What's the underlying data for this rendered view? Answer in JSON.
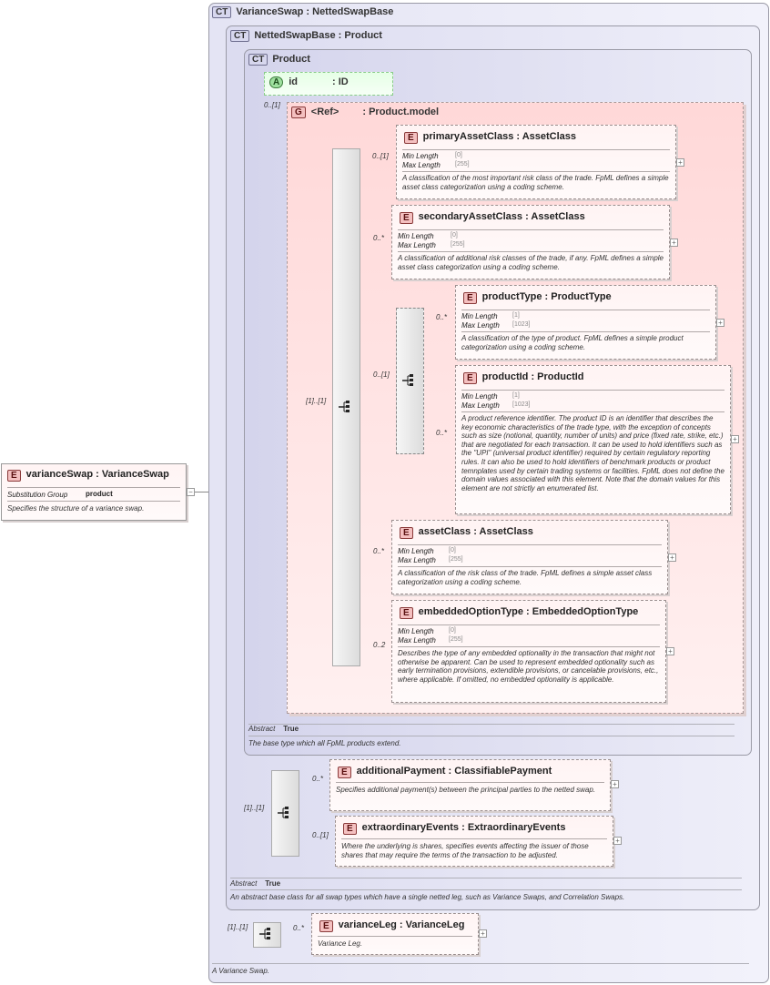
{
  "root": {
    "name": "varianceSwap",
    "type": "VarianceSwap",
    "prop_label": "Substitution Group",
    "prop_value": "product",
    "desc": "Specifies the structure of a variance swap."
  },
  "ct_variance": {
    "tag": "CT",
    "name": "VarianceSwap",
    "base": "NettedSwapBase",
    "desc": "A Variance Swap."
  },
  "ct_netted": {
    "tag": "CT",
    "name": "NettedSwapBase",
    "base": "Product",
    "abstract_label": "Abstract",
    "abstract_value": "True",
    "desc": "An abstract base class for all swap types which have a single netted leg, such as Variance Swaps, and Correlation Swaps."
  },
  "ct_product": {
    "tag": "CT",
    "name": "Product",
    "abstract_label": "Abstract",
    "abstract_value": "True",
    "desc": "The base type which all FpML products extend."
  },
  "attr_id": {
    "tag": "A",
    "name": "id",
    "type": "ID"
  },
  "group": {
    "tag": "G",
    "ref": "<Ref>",
    "name": "Product.model"
  },
  "cards": {
    "group": "0..[1]",
    "seq_main": "[1]..[1]",
    "primary": "0..[1]",
    "secondary": "0..*",
    "choice": "0..[1]",
    "productType": "0..*",
    "productId": "0..*",
    "assetClass": "0..*",
    "embedded": "0..2",
    "seq_netted": "[1]..[1]",
    "additional": "0..*",
    "extraordinary": "0..[1]",
    "seq_variance": "[1]..[1]",
    "varianceLeg": "0..*"
  },
  "labels": {
    "min_length": "Min Length",
    "max_length": "Max Length",
    "e_tag": "E"
  },
  "elements": {
    "primary": {
      "name": "primaryAssetClass",
      "type": "AssetClass",
      "min": "[0]",
      "max": "[255]",
      "desc": "A classification of the most important risk class of the trade. FpML defines a simple asset class categorization using a coding scheme."
    },
    "secondary": {
      "name": "secondaryAssetClass",
      "type": "AssetClass",
      "min": "[0]",
      "max": "[255]",
      "desc": "A classification of additional risk classes of the trade, if any. FpML defines a simple asset class categorization using a coding scheme."
    },
    "productType": {
      "name": "productType",
      "type": "ProductType",
      "min": "[1]",
      "max": "[1023]",
      "desc": "A classification of the type of product. FpML defines a simple product categorization using a coding scheme."
    },
    "productId": {
      "name": "productId",
      "type": "ProductId",
      "min": "[1]",
      "max": "[1023]",
      "desc": "A product reference identifier. The product ID is an identifier that describes the key economic characteristics of the trade type, with the exception of concepts such as size (notional, quantity, number of units) and price (fixed rate, strike, etc.) that are negotiated for each transaction. It can be used to hold identifiers such as the \"UPI\" (universal product identifier) required by certain regulatory reporting rules. It can also be used to hold identifiers of benchmark products or product temnplates used by certain trading systems or facilities. FpML does not define the domain values associated with this element. Note that the domain values for this element are not strictly an enumerated list."
    },
    "assetClass": {
      "name": "assetClass",
      "type": "AssetClass",
      "min": "[0]",
      "max": "[255]",
      "desc": "A classification of the risk class of the trade. FpML defines a simple asset class categorization using a coding scheme."
    },
    "embedded": {
      "name": "embeddedOptionType",
      "type": "EmbeddedOptionType",
      "min": "[0]",
      "max": "[255]",
      "desc": "Describes the type of any embedded optionality in the transaction that might not otherwise be apparent. Can be used to represent embedded optionality such as early termination provisions, extendible provisions, or cancelable provisions, etc., where applicable. If omitted, no embedded optionality is applicable."
    },
    "additional": {
      "name": "additionalPayment",
      "type": "ClassifiablePayment",
      "desc": "Specifies additional payment(s) between the principal parties to the netted swap."
    },
    "extraordinary": {
      "name": "extraordinaryEvents",
      "type": "ExtraordinaryEvents",
      "desc": "Where the underlying is shares, specifies events affecting the issuer of those shares that may require the terms of the transaction to be adjusted."
    },
    "varianceLeg": {
      "name": "varianceLeg",
      "type": "VarianceLeg",
      "desc": "Variance Leg."
    }
  }
}
